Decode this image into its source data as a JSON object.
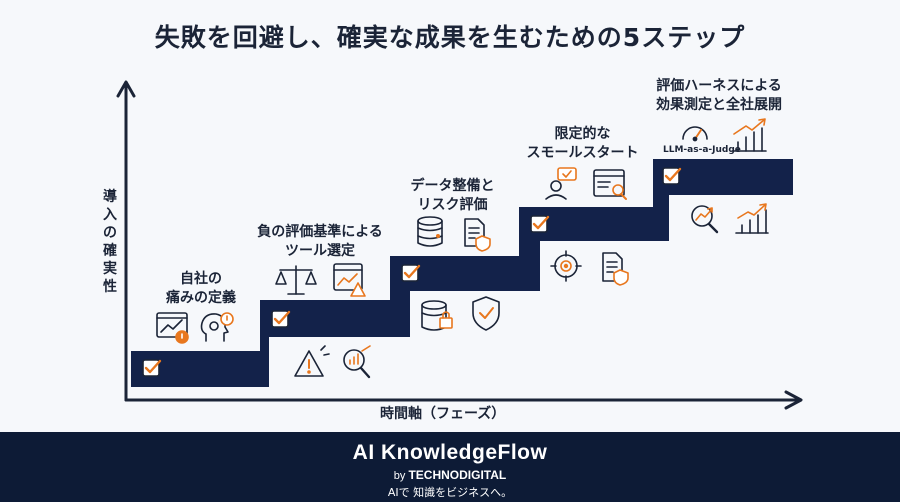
{
  "title": "失敗を回避し、確実な成果を生むための5ステップ",
  "axes": {
    "x_label": "時間軸（フェーズ）",
    "y_label": "導入の確実性"
  },
  "steps": [
    {
      "line1": "自社の",
      "line2": "痛みの定義"
    },
    {
      "line1": "負の評価基準による",
      "line2": "ツール選定"
    },
    {
      "line1": "データ整備と",
      "line2": "リスク評価"
    },
    {
      "line1": "限定的な",
      "line2": "スモールスタート"
    },
    {
      "line1": "評価ハーネスによる",
      "line2": "効果測定と全社展開"
    }
  ],
  "icon_tag": "LLM-as-a-Judge",
  "footer": {
    "brand": "AI KnowledgeFlow",
    "by": "by",
    "company": "TECHNODIGITAL",
    "tagline": "AIで 知識をビジネスへ。"
  },
  "colors": {
    "step_fill": "#13224a",
    "accent": "#e8771e",
    "icon_stroke": "#1b2437",
    "footer_bg": "#0d1b36"
  }
}
